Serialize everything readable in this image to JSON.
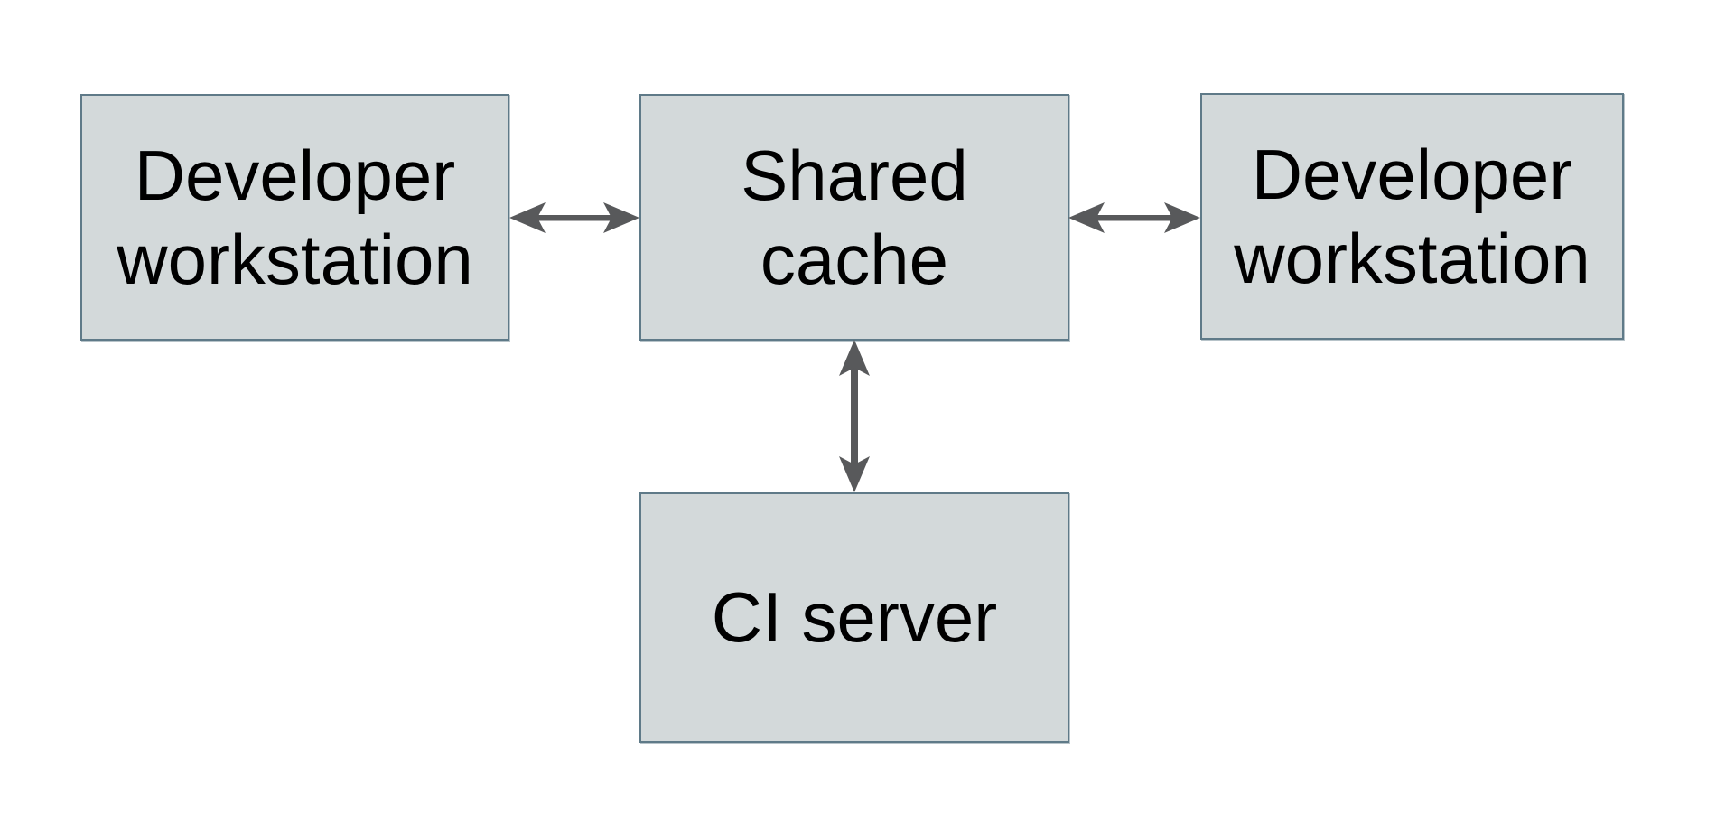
{
  "diagram": {
    "nodes": [
      {
        "id": "developer-workstation-left",
        "label": "Developer workstation"
      },
      {
        "id": "shared-cache",
        "label": "Shared cache"
      },
      {
        "id": "developer-workstation-right",
        "label": "Developer workstation"
      },
      {
        "id": "ci-server",
        "label": "CI server"
      }
    ],
    "edges": [
      {
        "from": "developer-workstation-left",
        "to": "shared-cache",
        "direction": "bidirectional"
      },
      {
        "from": "shared-cache",
        "to": "developer-workstation-right",
        "direction": "bidirectional"
      },
      {
        "from": "shared-cache",
        "to": "ci-server",
        "direction": "bidirectional"
      }
    ]
  },
  "colors": {
    "background": "#ffffff",
    "boxFill": "#d3d9da",
    "boxBorder": "#5f7a88",
    "arrow": "#58595b",
    "text": "#000000"
  }
}
